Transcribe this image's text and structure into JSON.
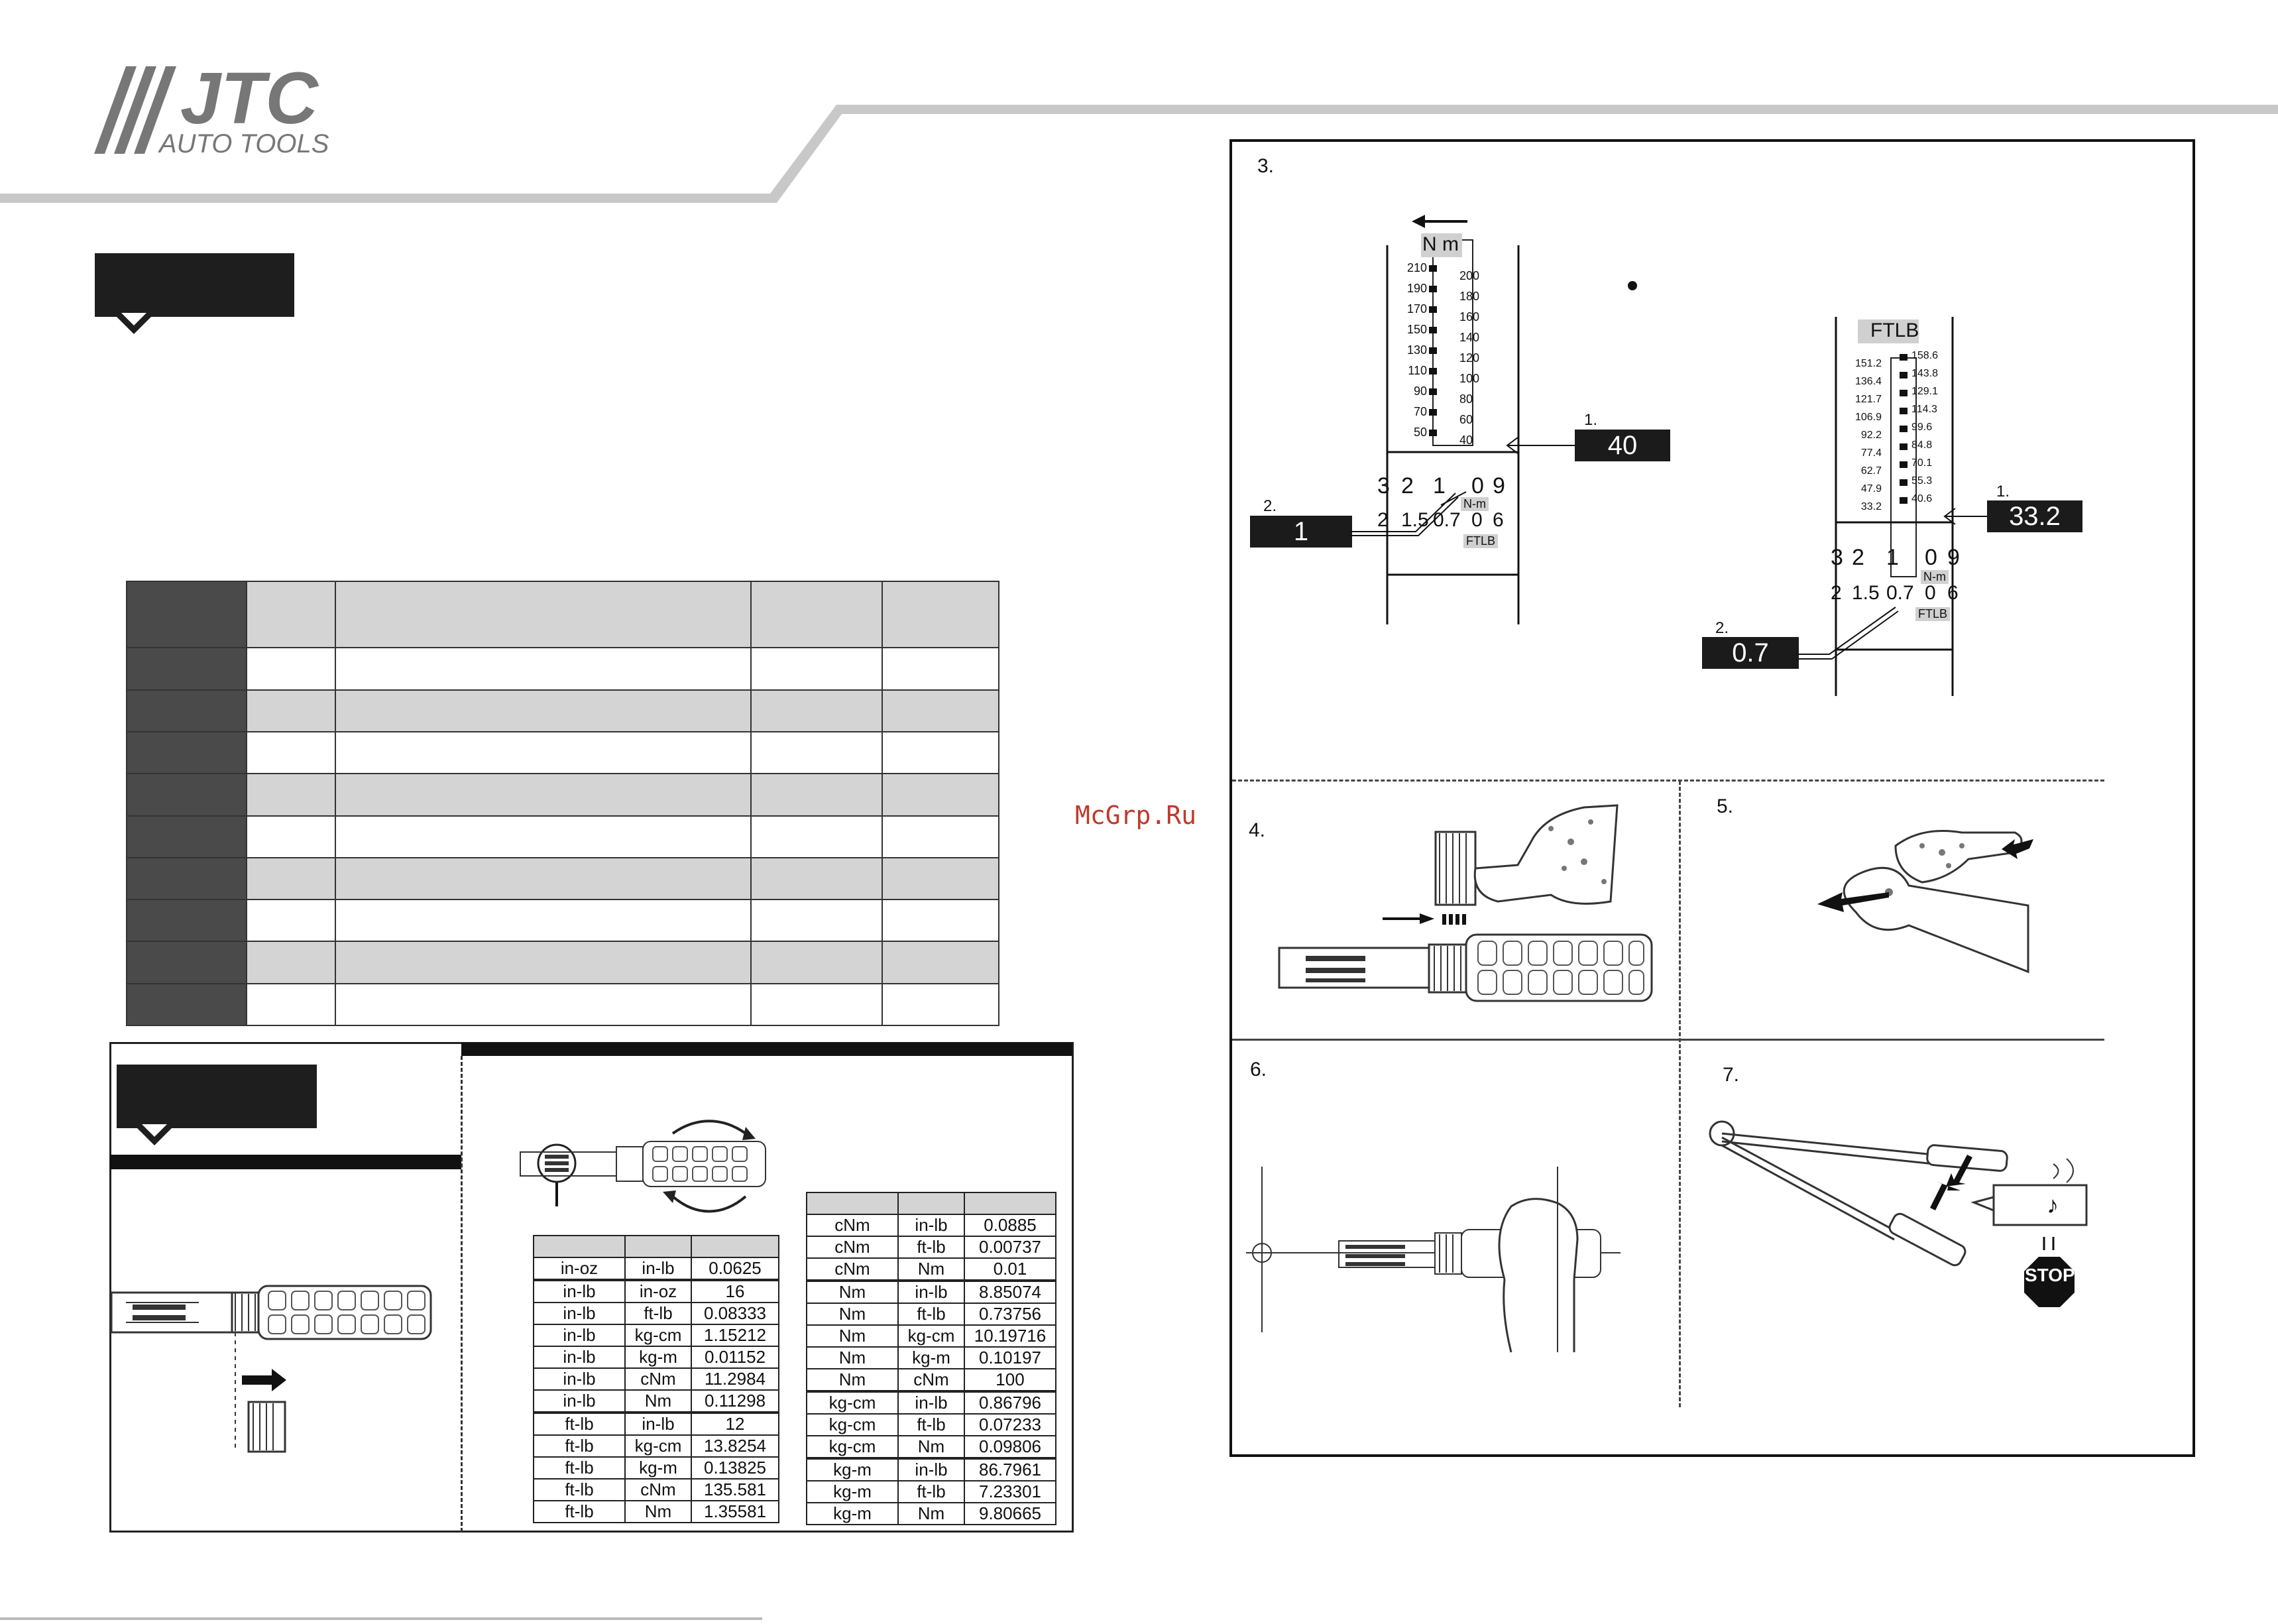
{
  "brand": {
    "logo_main": "JTC",
    "logo_sub": "AUTO TOOLS"
  },
  "watermark": "McGrp.Ru",
  "steps": {
    "s3": "3.",
    "s4": "4.",
    "s5": "5.",
    "s6": "6.",
    "s7": "7."
  },
  "nm_scale": {
    "unit_label": "N m",
    "left_ticks": [
      "210",
      "190",
      "170",
      "150",
      "130",
      "110",
      "90",
      "70",
      "50"
    ],
    "right_ticks": [
      "200",
      "180",
      "160",
      "140",
      "120",
      "100",
      "80",
      "60",
      "40"
    ],
    "drum_top": [
      "3",
      "2",
      "1",
      "0",
      "9"
    ],
    "drum_top_unit": "N-m",
    "drum_bottom": [
      "2",
      "1.5",
      "0.7",
      "0",
      "6"
    ],
    "drum_bottom_unit": "FTLB",
    "callout1_num": "1.",
    "callout1_value": "40",
    "callout2_num": "2.",
    "callout2_value": "1"
  },
  "ftlb_scale": {
    "unit_label": "FTLB",
    "left_ticks": [
      "151.2",
      "136.4",
      "121.7",
      "106.9",
      "92.2",
      "77.4",
      "62.7",
      "47.9",
      "33.2"
    ],
    "right_ticks": [
      "158.6",
      "143.8",
      "129.1",
      "114.3",
      "99.6",
      "84.8",
      "70.1",
      "55.3",
      "40.6"
    ],
    "drum_top": [
      "3",
      "2",
      "1",
      "0",
      "9"
    ],
    "drum_top_unit": "N-m",
    "drum_bottom": [
      "2",
      "1.5",
      "0.7",
      "0",
      "6"
    ],
    "drum_bottom_unit": "FTLB",
    "callout1_num": "1.",
    "callout1_value": "33.2",
    "callout2_num": "2.",
    "callout2_value": "0.7"
  },
  "stop_sign": "STOP",
  "conversion_left": [
    [
      "in-oz",
      "in-lb",
      "0.0625"
    ],
    [
      "in-lb",
      "in-oz",
      "16"
    ],
    [
      "in-lb",
      "ft-lb",
      "0.08333"
    ],
    [
      "in-lb",
      "kg-cm",
      "1.15212"
    ],
    [
      "in-lb",
      "kg-m",
      "0.01152"
    ],
    [
      "in-lb",
      "cNm",
      "11.2984"
    ],
    [
      "in-lb",
      "Nm",
      "0.11298"
    ],
    [
      "ft-lb",
      "in-lb",
      "12"
    ],
    [
      "ft-lb",
      "kg-cm",
      "13.8254"
    ],
    [
      "ft-lb",
      "kg-m",
      "0.13825"
    ],
    [
      "ft-lb",
      "cNm",
      "135.581"
    ],
    [
      "ft-lb",
      "Nm",
      "1.35581"
    ]
  ],
  "conversion_right": [
    [
      "cNm",
      "in-lb",
      "0.0885"
    ],
    [
      "cNm",
      "ft-lb",
      "0.00737"
    ],
    [
      "cNm",
      "Nm",
      "0.01"
    ],
    [
      "Nm",
      "in-lb",
      "8.85074"
    ],
    [
      "Nm",
      "ft-lb",
      "0.73756"
    ],
    [
      "Nm",
      "kg-cm",
      "10.19716"
    ],
    [
      "Nm",
      "kg-m",
      "0.10197"
    ],
    [
      "Nm",
      "cNm",
      "100"
    ],
    [
      "kg-cm",
      "in-lb",
      "0.86796"
    ],
    [
      "kg-cm",
      "ft-lb",
      "0.07233"
    ],
    [
      "kg-cm",
      "Nm",
      "0.09806"
    ],
    [
      "kg-m",
      "in-lb",
      "86.7961"
    ],
    [
      "kg-m",
      "ft-lb",
      "7.23301"
    ],
    [
      "kg-m",
      "Nm",
      "9.80665"
    ]
  ]
}
